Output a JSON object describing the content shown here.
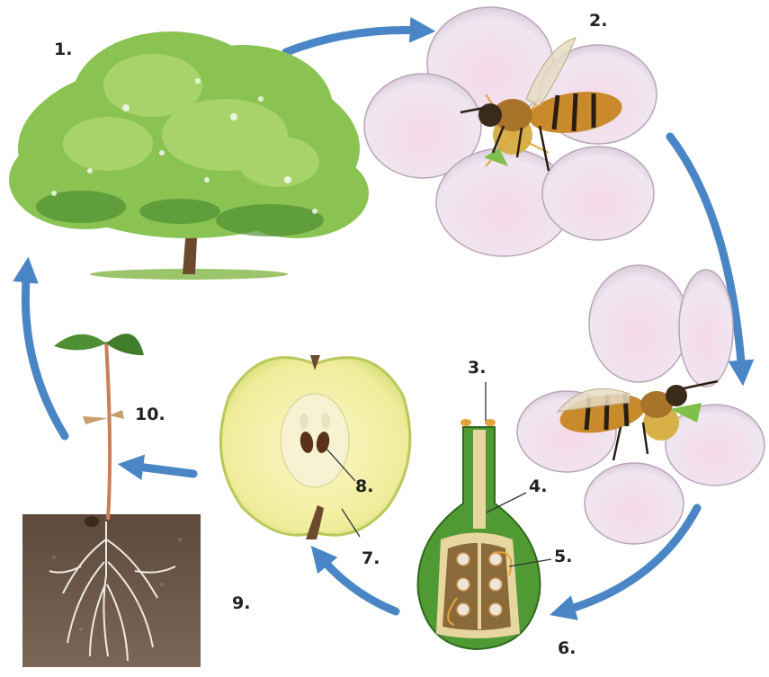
{
  "colors": {
    "arrow": "#4a86c6",
    "leaf_light": "#a8d36c",
    "leaf_mid": "#6fae3f",
    "leaf_dark": "#3f7d2a",
    "trunk": "#6b4a2e",
    "petal": "#efe4ee",
    "petal_shade": "#c9b6c8",
    "bee_body": "#c98a2c",
    "bee_stripe": "#2a1e12",
    "apple_flesh": "#f3f0a8",
    "apple_skin": "#c8d86a",
    "soil": "#6e5a4a",
    "root": "#eeeae2",
    "ovary_green": "#4f9a33",
    "ovary_inner": "#8a6a3a"
  },
  "labels": {
    "l1": "1.",
    "l2": "2.",
    "l3": "3.",
    "l4": "4.",
    "l5": "5.",
    "l6": "6.",
    "l7": "7.",
    "l8": "8.",
    "l9": "9.",
    "l10": "10."
  },
  "icons": {
    "tree": "tree-icon",
    "flower_top": "flower-with-bee-icon",
    "flower_right": "flower-with-bee-icon",
    "ovary": "pistil-cross-section-icon",
    "apple": "apple-half-icon",
    "seedling": "seedling-icon"
  }
}
